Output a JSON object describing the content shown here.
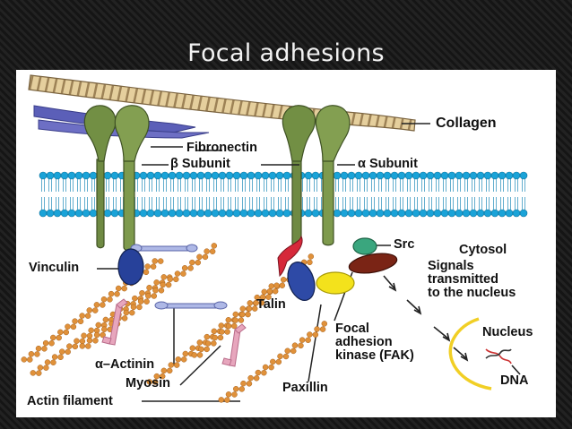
{
  "slide": {
    "title": "Focal adhesions"
  },
  "diagram": {
    "labels": {
      "collagen": "Collagen",
      "fibronectin": "Fibronectin",
      "beta_subunit": "β Subunit",
      "alpha_subunit": "α Subunit",
      "src": "Src",
      "cytosol": "Cytosol",
      "signals": "Signals\ntransmitted\nto the nucleus",
      "vinculin": "Vinculin",
      "talin": "Talin",
      "nucleus": "Nucleus",
      "fak": "Focal\nadhesion\nkinase (FAK)",
      "dna": "DNA",
      "alpha_actinin": "α–Actinin",
      "myosin": "Myosin",
      "paxillin": "Paxillin",
      "actin_filament": "Actin filament"
    },
    "colors": {
      "collagen": "#d9c08f",
      "fibronectin": "#5b5fb8",
      "integrin": "#6f8a43",
      "membrane_head": "#1aa3d8",
      "vinculin": "#27419a",
      "talin": "#d6283a",
      "paxillin": "#f3e21c",
      "fak": "#7a2415",
      "src": "#3aa67e",
      "actin": "#e0913a",
      "actinin": "#9aa6dd",
      "myosin": "#e7a6bd",
      "nucleus": "#f1cf25"
    }
  }
}
